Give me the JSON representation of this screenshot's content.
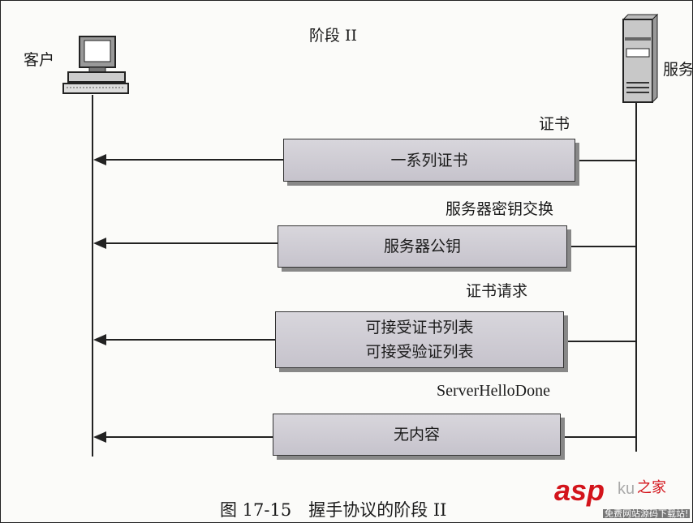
{
  "title": "阶段 II",
  "client_label": "客户",
  "server_label": "服务",
  "messages": [
    {
      "name": "证书",
      "contents": [
        "一系列证书"
      ]
    },
    {
      "name": "服务器密钥交换",
      "contents": [
        "服务器公钥"
      ]
    },
    {
      "name": "证书请求",
      "contents": [
        "可接受证书列表",
        "可接受验证列表"
      ]
    },
    {
      "name": "ServerHelloDone",
      "contents": [
        "无内容"
      ]
    }
  ],
  "caption": "图 17-15　握手协议的阶段 II",
  "watermark": {
    "brand": "asp",
    "ku": "ku",
    "home": "之家",
    "slogan": "免费网站源码下载站!"
  }
}
